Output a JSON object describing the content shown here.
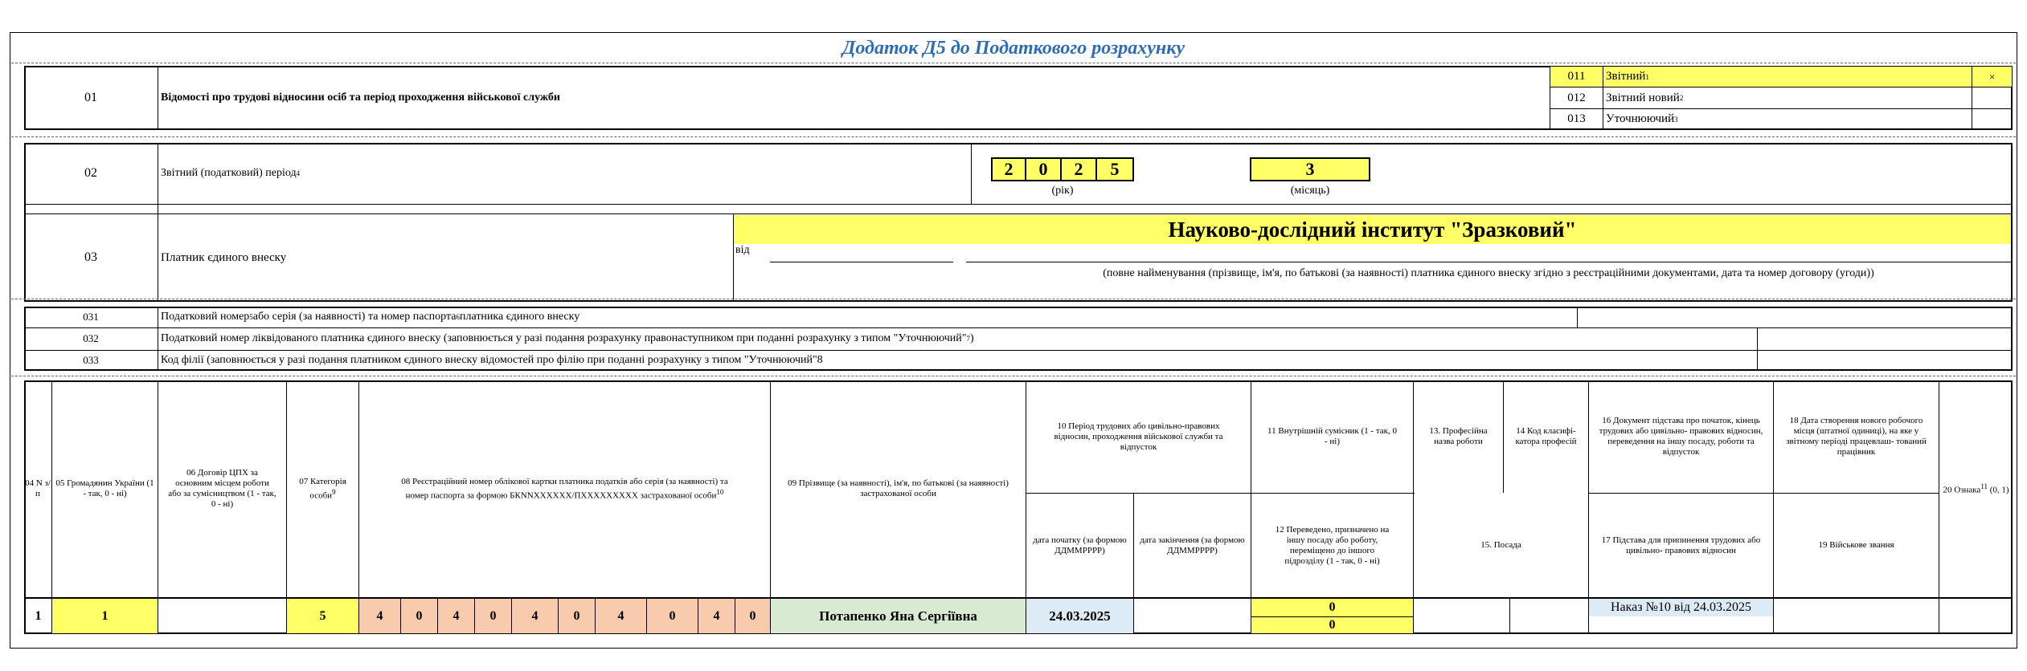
{
  "title": "Додаток Д5 до Податкового розрахунку",
  "s01": {
    "code": "01",
    "label": "Відомості  про трудові відносини осіб та період проходження військової служби",
    "types": [
      {
        "code": "011",
        "label": "Звітний",
        "sup": "1",
        "mark": "×"
      },
      {
        "code": "012",
        "label": "Звітний новий",
        "sup": "2",
        "mark": ""
      },
      {
        "code": "013",
        "label": "Уточнюючий",
        "sup": "3",
        "mark": ""
      }
    ]
  },
  "s02": {
    "code": "02",
    "label": "Звітний (податковий) період",
    "sup": "4",
    "year_digits": [
      "2",
      "0",
      "2",
      "5"
    ],
    "year_caption": "(рік)",
    "month": "3",
    "month_caption": "(місяць)"
  },
  "s03": {
    "code": "03",
    "label": "Платник  єдиного внеску",
    "name": "Науково-дослідний інститут \"Зразковий\"",
    "from_label": "від",
    "caption": "(повне найменування (прізвище, ім'я, по батькові (за наявності) платника єдиного внеску згідно з реєстраційними документами, дата та номер договору (угоди))"
  },
  "s031": {
    "code": "031",
    "label_a": "Податковий номер",
    "sup_a": "5",
    "label_b": " або серія (за наявності) та номер паспорта",
    "sup_b": "6",
    "label_c": " платника єдиного внеску"
  },
  "s032": {
    "code": "032",
    "label": "Податковий номер ліквідованого платника єдиного внеску (заповнюється у разі подання розрахунку правонаступником при поданні розрахунку з типом \"Уточнюючий\"",
    "sup": "7",
    "tail": ")"
  },
  "s033": {
    "code": "033",
    "label": "Код філії (заповнюється у разі подання платником єдиного внеску відомостей про філію при поданні розрахунку з типом \"Уточнюючий\"8"
  },
  "headers": {
    "h04": "04 N з/п",
    "h05": "05 Громадянин України (1 - так, 0 - ні)",
    "h06": "06 Договір ЦПХ за основним місцем роботи або за сумісництвом (1 - так, 0 - ні)",
    "h07": "07 Категорія особи",
    "h07_sup": "9",
    "h08": "08 Реєстраційний номер облікової картки платника податків або серія (за наявності) та номер паспорта за формою БКNNXXXXXX/ПXXXXXXXXX застрахованої особи",
    "h08_sup": "10",
    "h09": "09 Прізвище (за наявності), ім'я, по батькові (за наявності) застрахованої особи",
    "h10": "10 Період трудових або цивільно-правових відносин, проходження військової служби та відпусток",
    "h10a": "дата початку (за формою ДДММРРРР)",
    "h10b": "дата закінчення (за формою ДДММРРРР)",
    "h11": "11 Внутрішній сумісник (1 - так, 0 - ні)",
    "h12": "12 Переведено, призначено на іншу посаду або роботу, переміщено до іншого підрозділу (1 - так, 0 - ні)",
    "h13": "13. Професійна назва роботи",
    "h14": "14 Код класифі-катора професій",
    "h15": "15. Посада",
    "h16": "16 Документ підстава про початок, кінець трудових або цивільно- правових відносин, переведення на іншу посаду, роботи та відпусток",
    "h17": "17 Підстава для припинення трудових або цивільно- правових відносин",
    "h18": "18 Дата створення нового робочого місця (штатної одиниці), на яке у звітному періоді працевлаш- тований працівник",
    "h19": "19 Військове звання",
    "h20": "20 Ознака",
    "h20_sup": "11",
    "h20_tail": " (0, 1)"
  },
  "row": {
    "n": "1",
    "citizen": "1",
    "gph": "",
    "category": "5",
    "tax_digits": [
      "4",
      "0",
      "4",
      "0",
      "4",
      "0",
      "4",
      "0",
      "4",
      "0"
    ],
    "full_name": "Потапенко Яна Сергіївна",
    "date_start": "24.03.2025",
    "date_end": "",
    "internal": "0",
    "transferred": "0",
    "document": "Наказ №10 від 24.03.2025"
  },
  "colors": {
    "title": "#2e6db4",
    "yellow": "#ffff66",
    "peach": "#f8cbad",
    "green": "#d9ead3",
    "blue": "#ddebf7"
  }
}
